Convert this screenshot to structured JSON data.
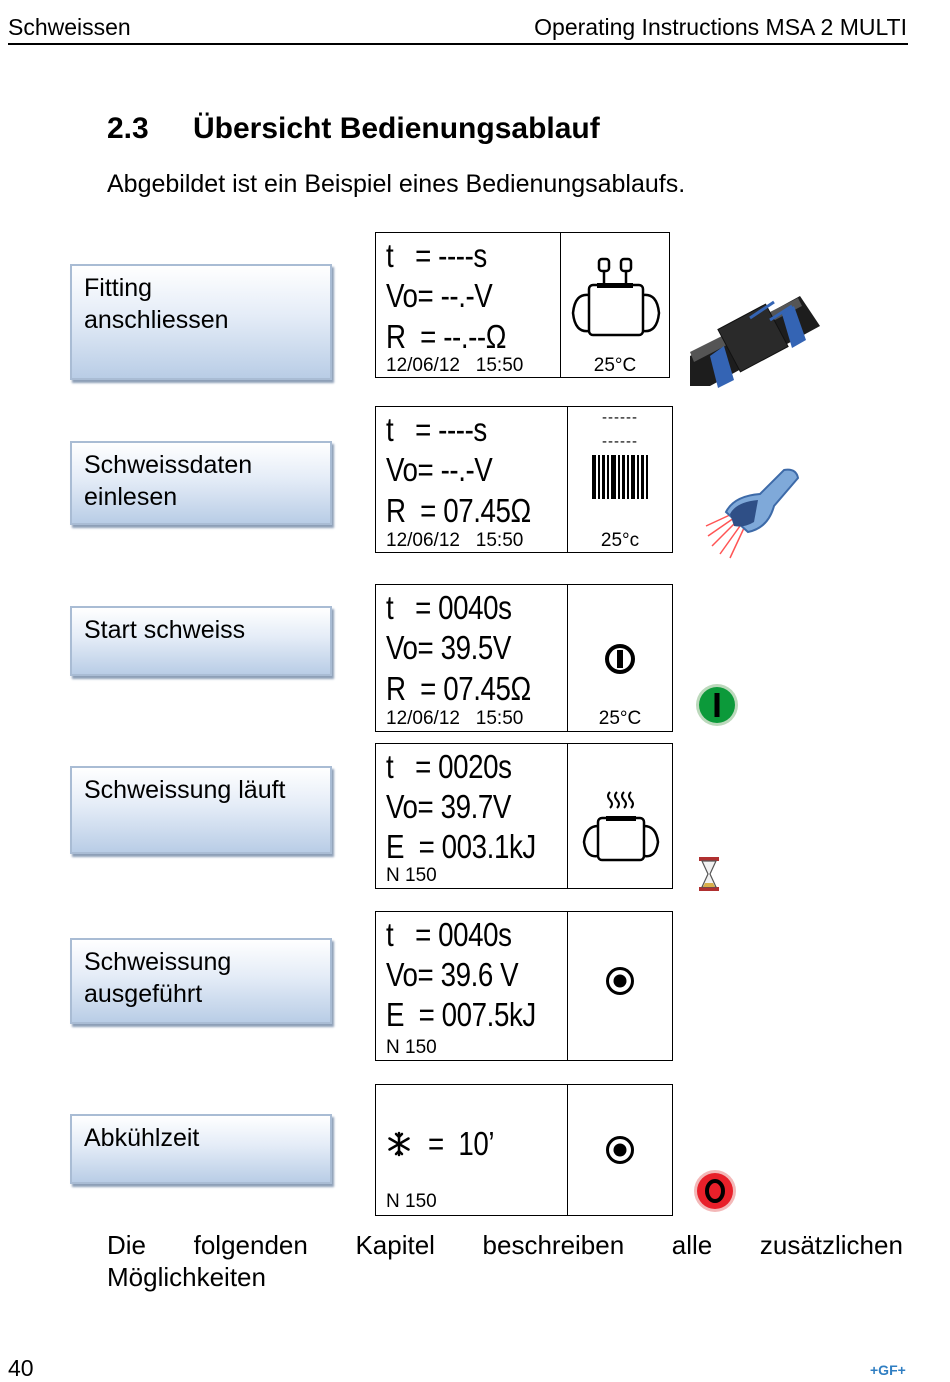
{
  "header": {
    "left": "Schweissen",
    "right": "Operating Instructions MSA 2 MULTI"
  },
  "section": {
    "number": "2.3",
    "title": "Übersicht Bedienungsablauf",
    "intro": "Abgebildet ist ein Beispiel eines Bedienungsablaufs."
  },
  "steps": [
    {
      "label_line1": "Fitting",
      "label_line2": "anschliessen",
      "lines": [
        "t   = ----s",
        "Vo= --.-V",
        "R  = --.--Ω"
      ],
      "small": "12/06/12   15:50",
      "temp": "25°C",
      "display_icon": "fitting-connectors-icon",
      "side_icon": "pipe-fitting-icon"
    },
    {
      "label_line1": "Schweissdaten",
      "label_line2": "einlesen",
      "lines": [
        "t   = ----s",
        "Vo= --.-V",
        "R  = 07.45Ω"
      ],
      "small": "12/06/12   15:50",
      "temp": "25°c",
      "dashes": [
        "------",
        "------"
      ],
      "display_icon": "barcode-icon",
      "side_icon": "barcode-scanner-icon"
    },
    {
      "label_line1": "Start schweiss",
      "label_line2": "",
      "lines": [
        "t   = 0040s",
        "Vo= 39.5V",
        "R  = 07.45Ω"
      ],
      "small": "12/06/12   15:50",
      "temp": "25°C",
      "display_icon": "start-button-icon",
      "side_icon": "green-start-button-icon"
    },
    {
      "label_line1": "Schweissung läuft",
      "label_line2": "",
      "lines": [
        "t   = 0020s",
        "Vo= 39.7V",
        "E  = 003.1kJ"
      ],
      "small": "N 150",
      "display_icon": "heating-fitting-icon",
      "side_icon": "hourglass-icon"
    },
    {
      "label_line1": "Schweissung",
      "label_line2": "ausgeführt",
      "lines": [
        "t   = 0040s",
        "Vo= 39.6 V",
        "E  = 007.5kJ"
      ],
      "small": "N 150",
      "display_icon": "record-dot-icon"
    },
    {
      "label_line1": "Abkühlzeit",
      "label_line2": "",
      "cooling": "=  10’",
      "small": "N 150",
      "display_icon": "record-dot-icon",
      "side_icon": "red-stop-button-icon"
    }
  ],
  "outro": {
    "words": [
      "Die",
      "folgenden",
      "Kapitel",
      "beschreiben",
      "alle",
      "zusätzlichen"
    ],
    "line2": "Möglichkeiten"
  },
  "footer": {
    "page": "40",
    "logo": "+GF+"
  }
}
